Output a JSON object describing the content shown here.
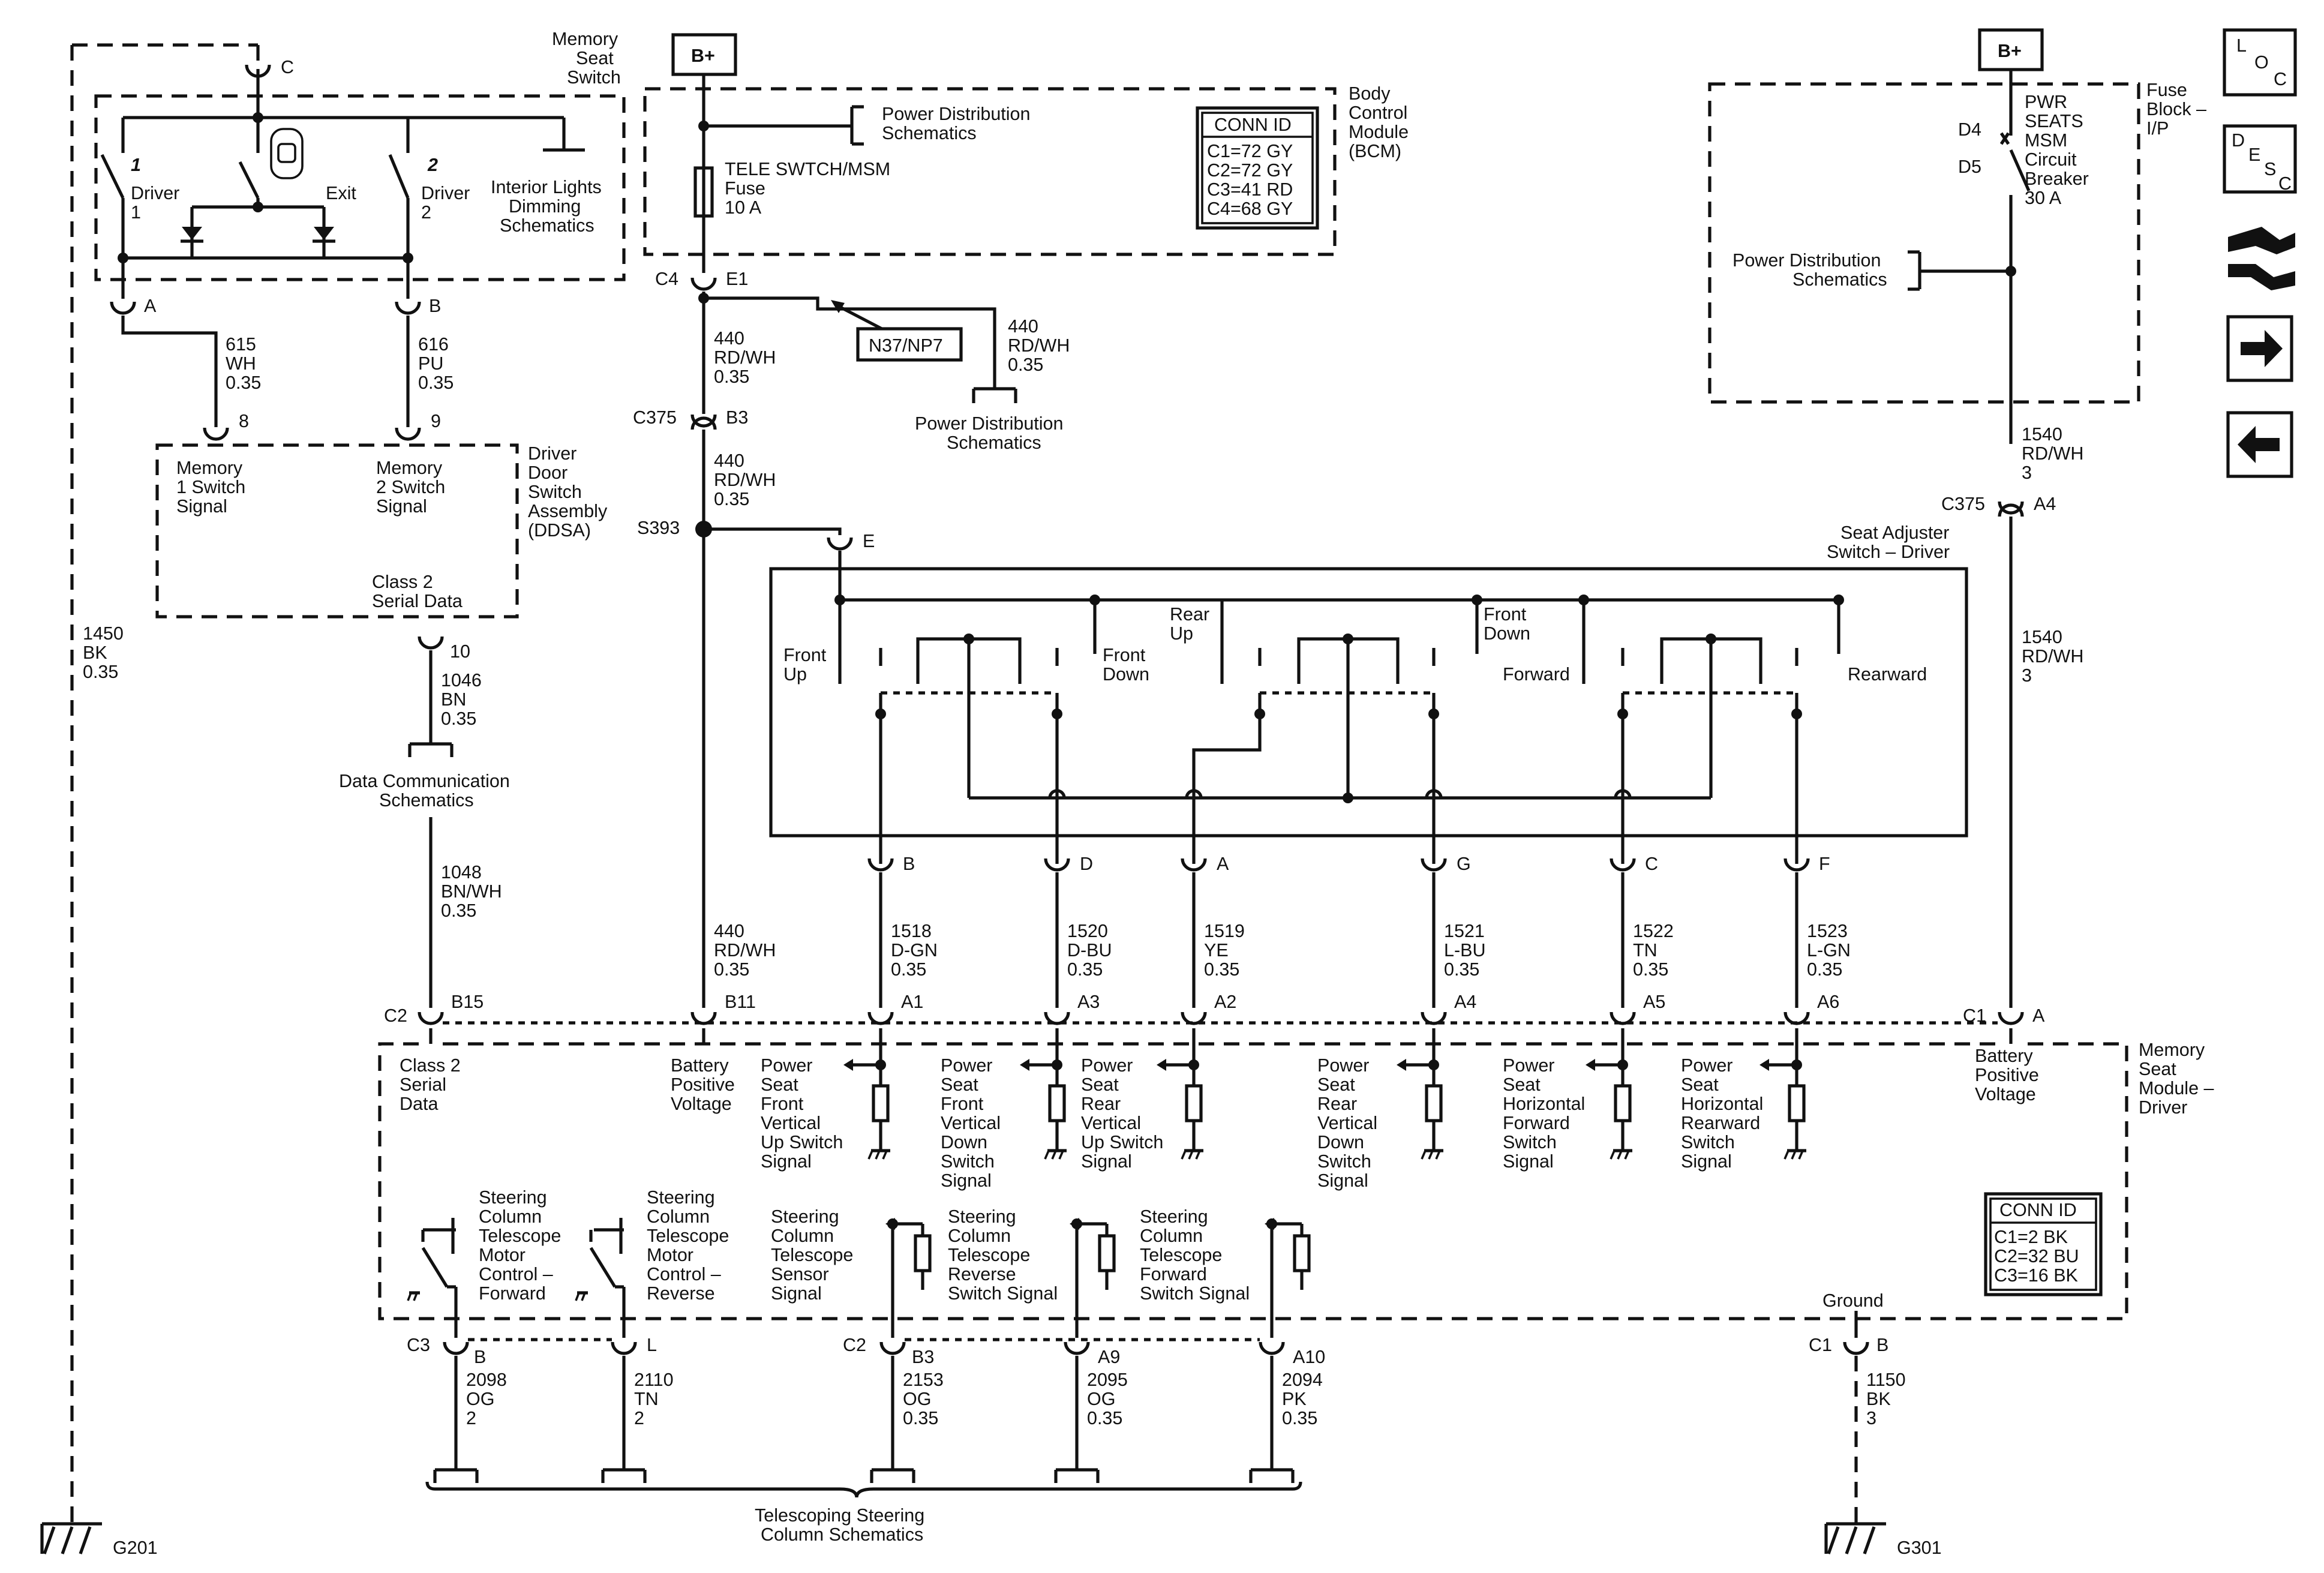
{
  "components": {
    "memory_seat_switch": [
      "Memory",
      "Seat",
      "Switch"
    ],
    "driver1_digit": "1",
    "driver1_label": [
      "Driver",
      "1"
    ],
    "exit_label": "Exit",
    "driver2_digit": "2",
    "driver2_label": [
      "Driver",
      "2"
    ],
    "interior_lights": [
      "Interior Lights",
      "Dimming",
      "Schematics"
    ],
    "bcm": [
      "Body",
      "Control",
      "Module",
      "(BCM)"
    ],
    "pds_bcm": [
      "Power Distribution",
      "Schematics"
    ],
    "fuse_bcm": [
      "TELE SWTCH/MSM",
      "Fuse",
      "10 A"
    ],
    "conn_bcm": {
      "title": "CONN ID",
      "rows": [
        "C1=72 GY",
        "C2=72 GY",
        "C3=41 RD",
        "C4=68 GY"
      ]
    },
    "option_tag": "N37/NP7",
    "pds_440": [
      "Power Distribution",
      "Schematics"
    ],
    "ddsa": [
      "Driver",
      "Door",
      "Switch",
      "Assembly",
      "(DDSA)"
    ],
    "mem1": [
      "Memory",
      "1 Switch",
      "Signal"
    ],
    "mem2": [
      "Memory",
      "2 Switch",
      "Signal"
    ],
    "class2_ddsa": [
      "Class 2",
      "Serial Data"
    ],
    "data_comm": [
      "Data Communication",
      "Schematics"
    ],
    "fuse_block": [
      "Fuse",
      "Block –",
      "I/P"
    ],
    "breaker": [
      "PWR",
      "SEATS",
      "MSM",
      "Circuit",
      "Breaker",
      "30 A"
    ],
    "pds_fuse_block": [
      "Power Distribution",
      "Schematics"
    ],
    "seat_adjuster": [
      "Seat Adjuster",
      "Switch – Driver"
    ],
    "front_up": [
      "Front",
      "Up"
    ],
    "front_down": [
      "Front",
      "Down"
    ],
    "rear_up": [
      "Rear",
      "Up"
    ],
    "front_down_2": [
      "Front",
      "Down"
    ],
    "forward": "Forward",
    "rearward": "Rearward",
    "msm": [
      "Memory",
      "Seat",
      "Module –",
      "Driver"
    ],
    "msm_class2": [
      "Class 2",
      "Serial",
      "Data"
    ],
    "msm_bpv": [
      "Battery",
      "Positive",
      "Voltage"
    ],
    "sig_a1": [
      "Power",
      "Seat",
      "Front",
      "Vertical",
      "Up Switch",
      "Signal"
    ],
    "sig_a3": [
      "Power",
      "Seat",
      "Front",
      "Vertical",
      "Down",
      "Switch",
      "Signal"
    ],
    "sig_a2": [
      "Power",
      "Seat",
      "Rear",
      "Vertical",
      "Up Switch",
      "Signal"
    ],
    "sig_a4": [
      "Power",
      "Seat",
      "Rear",
      "Vertical",
      "Down",
      "Switch",
      "Signal"
    ],
    "sig_a5": [
      "Power",
      "Seat",
      "Horizontal",
      "Forward",
      "Switch",
      "Signal"
    ],
    "sig_a6": [
      "Power",
      "Seat",
      "Horizontal",
      "Rearward",
      "Switch",
      "Signal"
    ],
    "msm_bpv_right": [
      "Battery",
      "Positive",
      "Voltage"
    ],
    "conn_msm": {
      "title": "CONN ID",
      "rows": [
        "C1=2 BK",
        "C2=32 BU",
        "C3=16 BK"
      ]
    },
    "sctm_fwd": [
      "Steering",
      "Column",
      "Telescope",
      "Motor",
      "Control –",
      "Forward"
    ],
    "sctm_rev": [
      "Steering",
      "Column",
      "Telescope",
      "Motor",
      "Control –",
      "Reverse"
    ],
    "sct_sensor": [
      "Steering",
      "Column",
      "Telescope",
      "Sensor",
      "Signal"
    ],
    "sct_rev_sw": [
      "Steering",
      "Column",
      "Telescope",
      "Reverse",
      "Switch Signal"
    ],
    "sct_fwd_sw": [
      "Steering",
      "Column",
      "Telescope",
      "Forward",
      "Switch Signal"
    ],
    "ground_label": "Ground",
    "telescoping": [
      "Telescoping Steering",
      "Column Schematics"
    ]
  },
  "connectors": {
    "c_top": "C",
    "a_left": "A",
    "b_left": "B",
    "p8": "8",
    "p9": "9",
    "p10": "10",
    "c4": "C4",
    "e1": "E1",
    "c375_l": "C375",
    "b3_top": "B3",
    "s393": "S393",
    "e_sw": "E",
    "d4": "D4",
    "d5": "D5",
    "c375_r": "C375",
    "a4_r": "A4",
    "sw_b": "B",
    "sw_d": "D",
    "sw_a": "A",
    "sw_g": "G",
    "sw_c": "C",
    "sw_f": "F",
    "c2": "C2",
    "b15": "B15",
    "b11": "B11",
    "a1": "A1",
    "a3": "A3",
    "a2": "A2",
    "a4": "A4",
    "a5": "A5",
    "a6": "A6",
    "c1": "C1",
    "c1_a": "A",
    "c3": "C3",
    "c3_b": "B",
    "c3_l": "L",
    "c2b": "C2",
    "b3": "B3",
    "a9": "A9",
    "a10": "A10",
    "c1b": "C1",
    "c1b_b": "B",
    "g201": "G201",
    "g301": "G301",
    "b_plus_1": "B+",
    "b_plus_2": "B+"
  },
  "wires": {
    "w615": [
      "615",
      "WH",
      "0.35"
    ],
    "w616": [
      "616",
      "PU",
      "0.35"
    ],
    "w1046": [
      "1046",
      "BN",
      "0.35"
    ],
    "w1048": [
      "1048",
      "BN/WH",
      "0.35"
    ],
    "w1450": [
      "1450",
      "BK",
      "0.35"
    ],
    "w440a": [
      "440",
      "RD/WH",
      "0.35"
    ],
    "w440b": [
      "440",
      "RD/WH",
      "0.35"
    ],
    "w440c": [
      "440",
      "RD/WH",
      "0.35"
    ],
    "w440d": [
      "440",
      "RD/WH",
      "0.35"
    ],
    "w1540a": [
      "1540",
      "RD/WH",
      "3"
    ],
    "w1540b": [
      "1540",
      "RD/WH",
      "3"
    ],
    "w1518": [
      "1518",
      "D-GN",
      "0.35"
    ],
    "w1520": [
      "1520",
      "D-BU",
      "0.35"
    ],
    "w1519": [
      "1519",
      "YE",
      "0.35"
    ],
    "w1521": [
      "1521",
      "L-BU",
      "0.35"
    ],
    "w1522": [
      "1522",
      "TN",
      "0.35"
    ],
    "w1523": [
      "1523",
      "L-GN",
      "0.35"
    ],
    "w2098": [
      "2098",
      "OG",
      "2"
    ],
    "w2110": [
      "2110",
      "TN",
      "2"
    ],
    "w2153": [
      "2153",
      "OG",
      "0.35"
    ],
    "w2095": [
      "2095",
      "OG",
      "0.35"
    ],
    "w2094": [
      "2094",
      "PK",
      "0.35"
    ],
    "w1150": [
      "1150",
      "BK",
      "3"
    ]
  },
  "nav": {
    "loc": [
      "L",
      "O",
      "C"
    ],
    "desc": [
      "D",
      "E",
      "S",
      "C"
    ],
    "icons": [
      "wiring-connector-icon",
      "arrow-right-icon",
      "arrow-left-icon"
    ]
  }
}
